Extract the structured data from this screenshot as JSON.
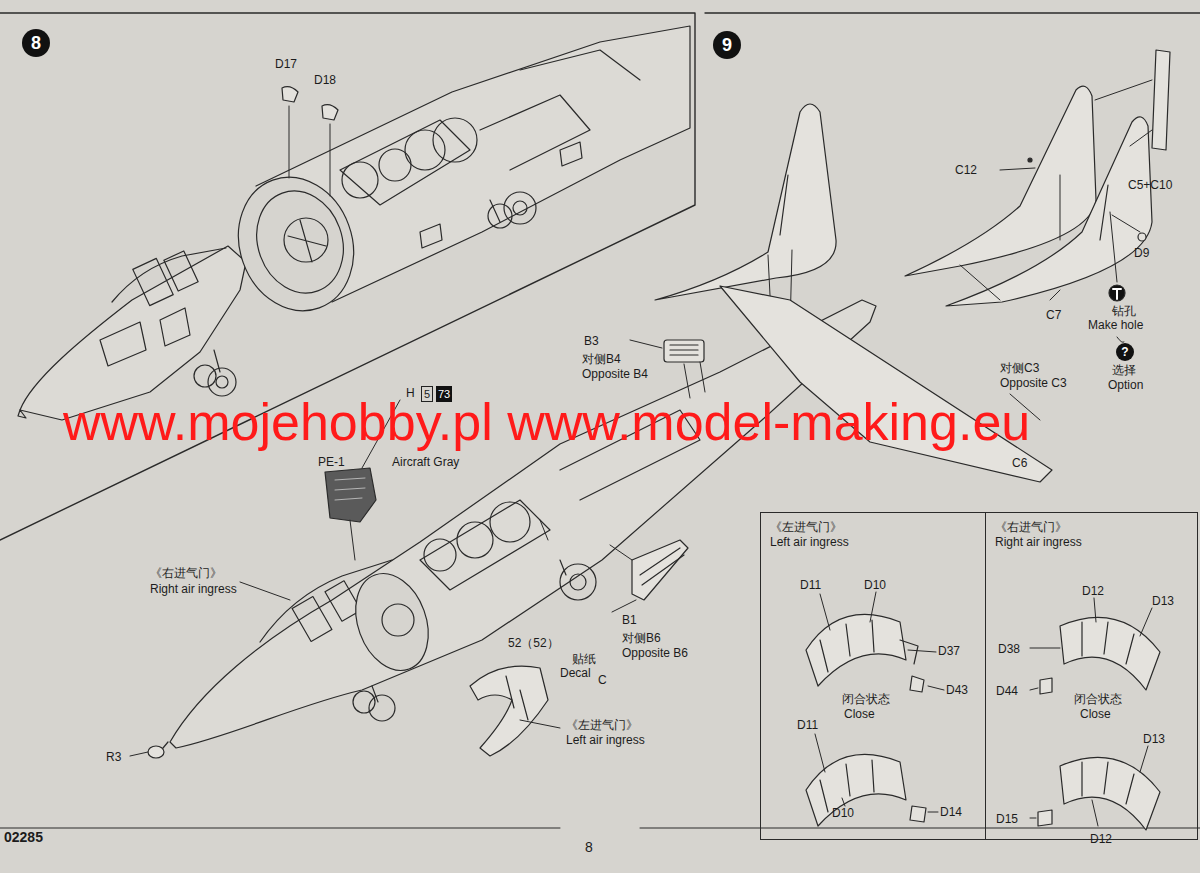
{
  "diagram": {
    "nodes": [
      {
        "text": [
          "8"
        ]
      },
      {
        "text": [
          "9"
        ]
      },
      {
        "text": [
          "《左进气门》",
          "Left air ingress"
        ]
      },
      {
        "text": [
          "《右进气门》",
          "Right air ingress"
        ]
      }
    ],
    "labels": [
      "D17",
      "D18",
      "C12",
      "C5+C10",
      "D9",
      "C7",
      "钻孔",
      "Make hole",
      "?",
      "选择",
      "Option",
      "B3",
      "对侧B4",
      "Opposite B4",
      "H",
      "5",
      "73",
      "Aircraft Gray",
      "PE-1",
      "对侧C3",
      "Opposite C3",
      "C6",
      "《右进气门》",
      "Right air ingress",
      "52（52）",
      "贴纸",
      "Decal",
      "C",
      "B1",
      "对侧B6",
      "Opposite B6",
      "《左进气门》",
      "Left air ingress",
      "R3",
      "D11",
      "D10",
      "D37",
      "D43",
      "闭合状态",
      "Close",
      "D11",
      "D10",
      "D14",
      "D12",
      "D13",
      "D38",
      "D44",
      "闭合状态",
      "Close",
      "D13",
      "D15",
      "D12",
      "02285",
      "8",
      "www.mojehobby.pl www.model-making.eu"
    ]
  }
}
